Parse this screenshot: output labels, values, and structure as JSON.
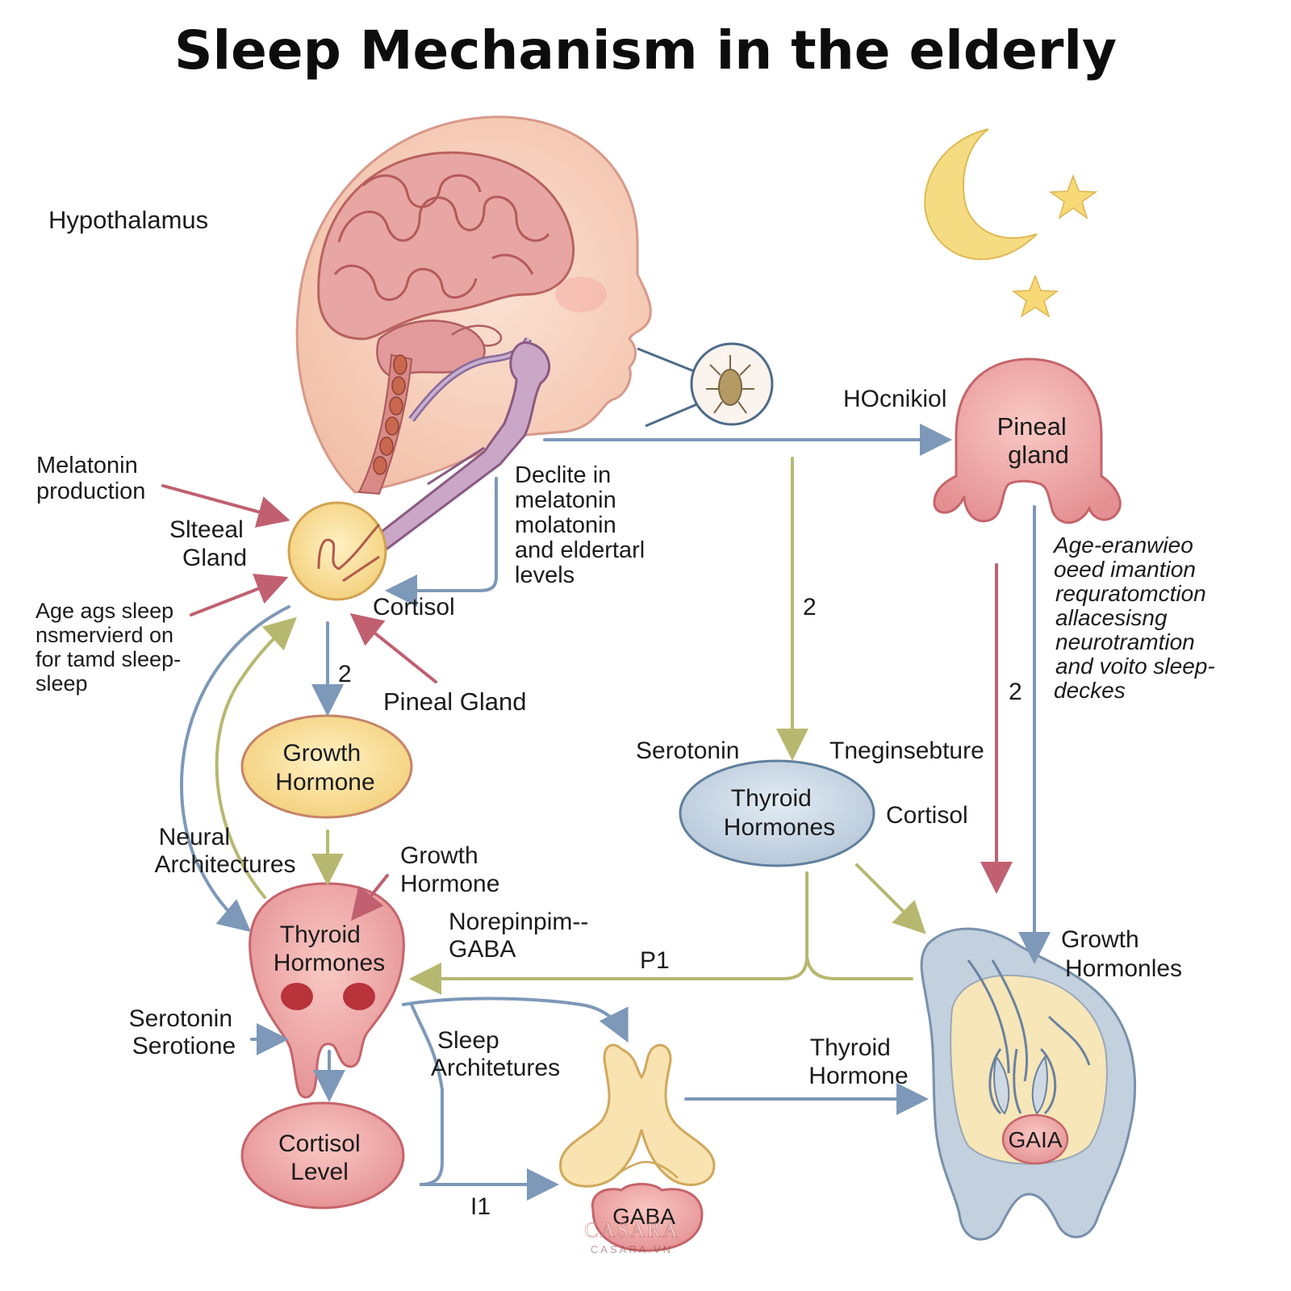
{
  "title": "Sleep Mechanism in the elderly",
  "labels": {
    "hypothalamus": "Hypothalamus",
    "melatonin_production": [
      "Melatonin",
      "production"
    ],
    "slteeal_gland": [
      "Slteeal",
      "Gland"
    ],
    "age_ags_sleep": [
      "Age ags sleep",
      "nsmervierd on",
      "for tamd sleep-",
      "sleep"
    ],
    "decline_text": [
      "Declite in",
      "melatonin",
      "molatonin",
      "and eldertarl",
      "levels"
    ],
    "cortisol_top": "Cortisol",
    "num_2_left": "2",
    "pineal_gland_label": "Pineal Gland",
    "growth_hormone_oval": [
      "Growth",
      "Hormone"
    ],
    "neural_architectures": [
      "Neural",
      "Architectures"
    ],
    "growth_hormone_label": [
      "Growth",
      "Hormone"
    ],
    "thyroid_hormones_left": [
      "Thyroid",
      "Hormones"
    ],
    "norepinephrine_gaba": [
      "Norepinpim--",
      "GABA"
    ],
    "serotonin_serotone": [
      "Serotonin",
      "Serotione"
    ],
    "cortisol_level": [
      "Cortisol",
      "Level"
    ],
    "sleep_architectures": [
      "Sleep",
      "Architetures"
    ],
    "i1": "I1",
    "gaba_bottom": "GABA",
    "hocnikiol": "HOcnikiol",
    "pineal_gland_right": [
      "Pineal",
      "gland"
    ],
    "num_2_center": "2",
    "num_2_right": "2",
    "age_right_text": [
      "Age-eranwieo",
      "oeed imantion",
      "requratomction",
      "allacesisng",
      "neurotramtion",
      "and voito sleep-",
      "deckes"
    ],
    "serotonin_mid": "Serotonin",
    "tneginsebture": "Tneginsebture",
    "thyroid_hormones_mid": [
      "Thyroid",
      "Hormones"
    ],
    "cortisol_mid": "Cortisol",
    "p1": "P1",
    "growth_hormones_right": [
      "Growth",
      "Hormonles"
    ],
    "thyroid_hormone_bottom": [
      "Thyroid",
      "Hormone"
    ],
    "gaia": "GAIA"
  },
  "watermark": {
    "brand": "CASARA",
    "url": "CASARA.VN"
  },
  "colors": {
    "skin": "#f6cdb8",
    "brain": "#e09a95",
    "pineal_pink": "#ec9fa0",
    "yellow": "#f8df96",
    "blue_oval": "#c8d6e4",
    "arrow_blue": "#7d98b8",
    "arrow_olive": "#b7b870",
    "arrow_red": "#c06070",
    "moon": "#f5dc82"
  }
}
